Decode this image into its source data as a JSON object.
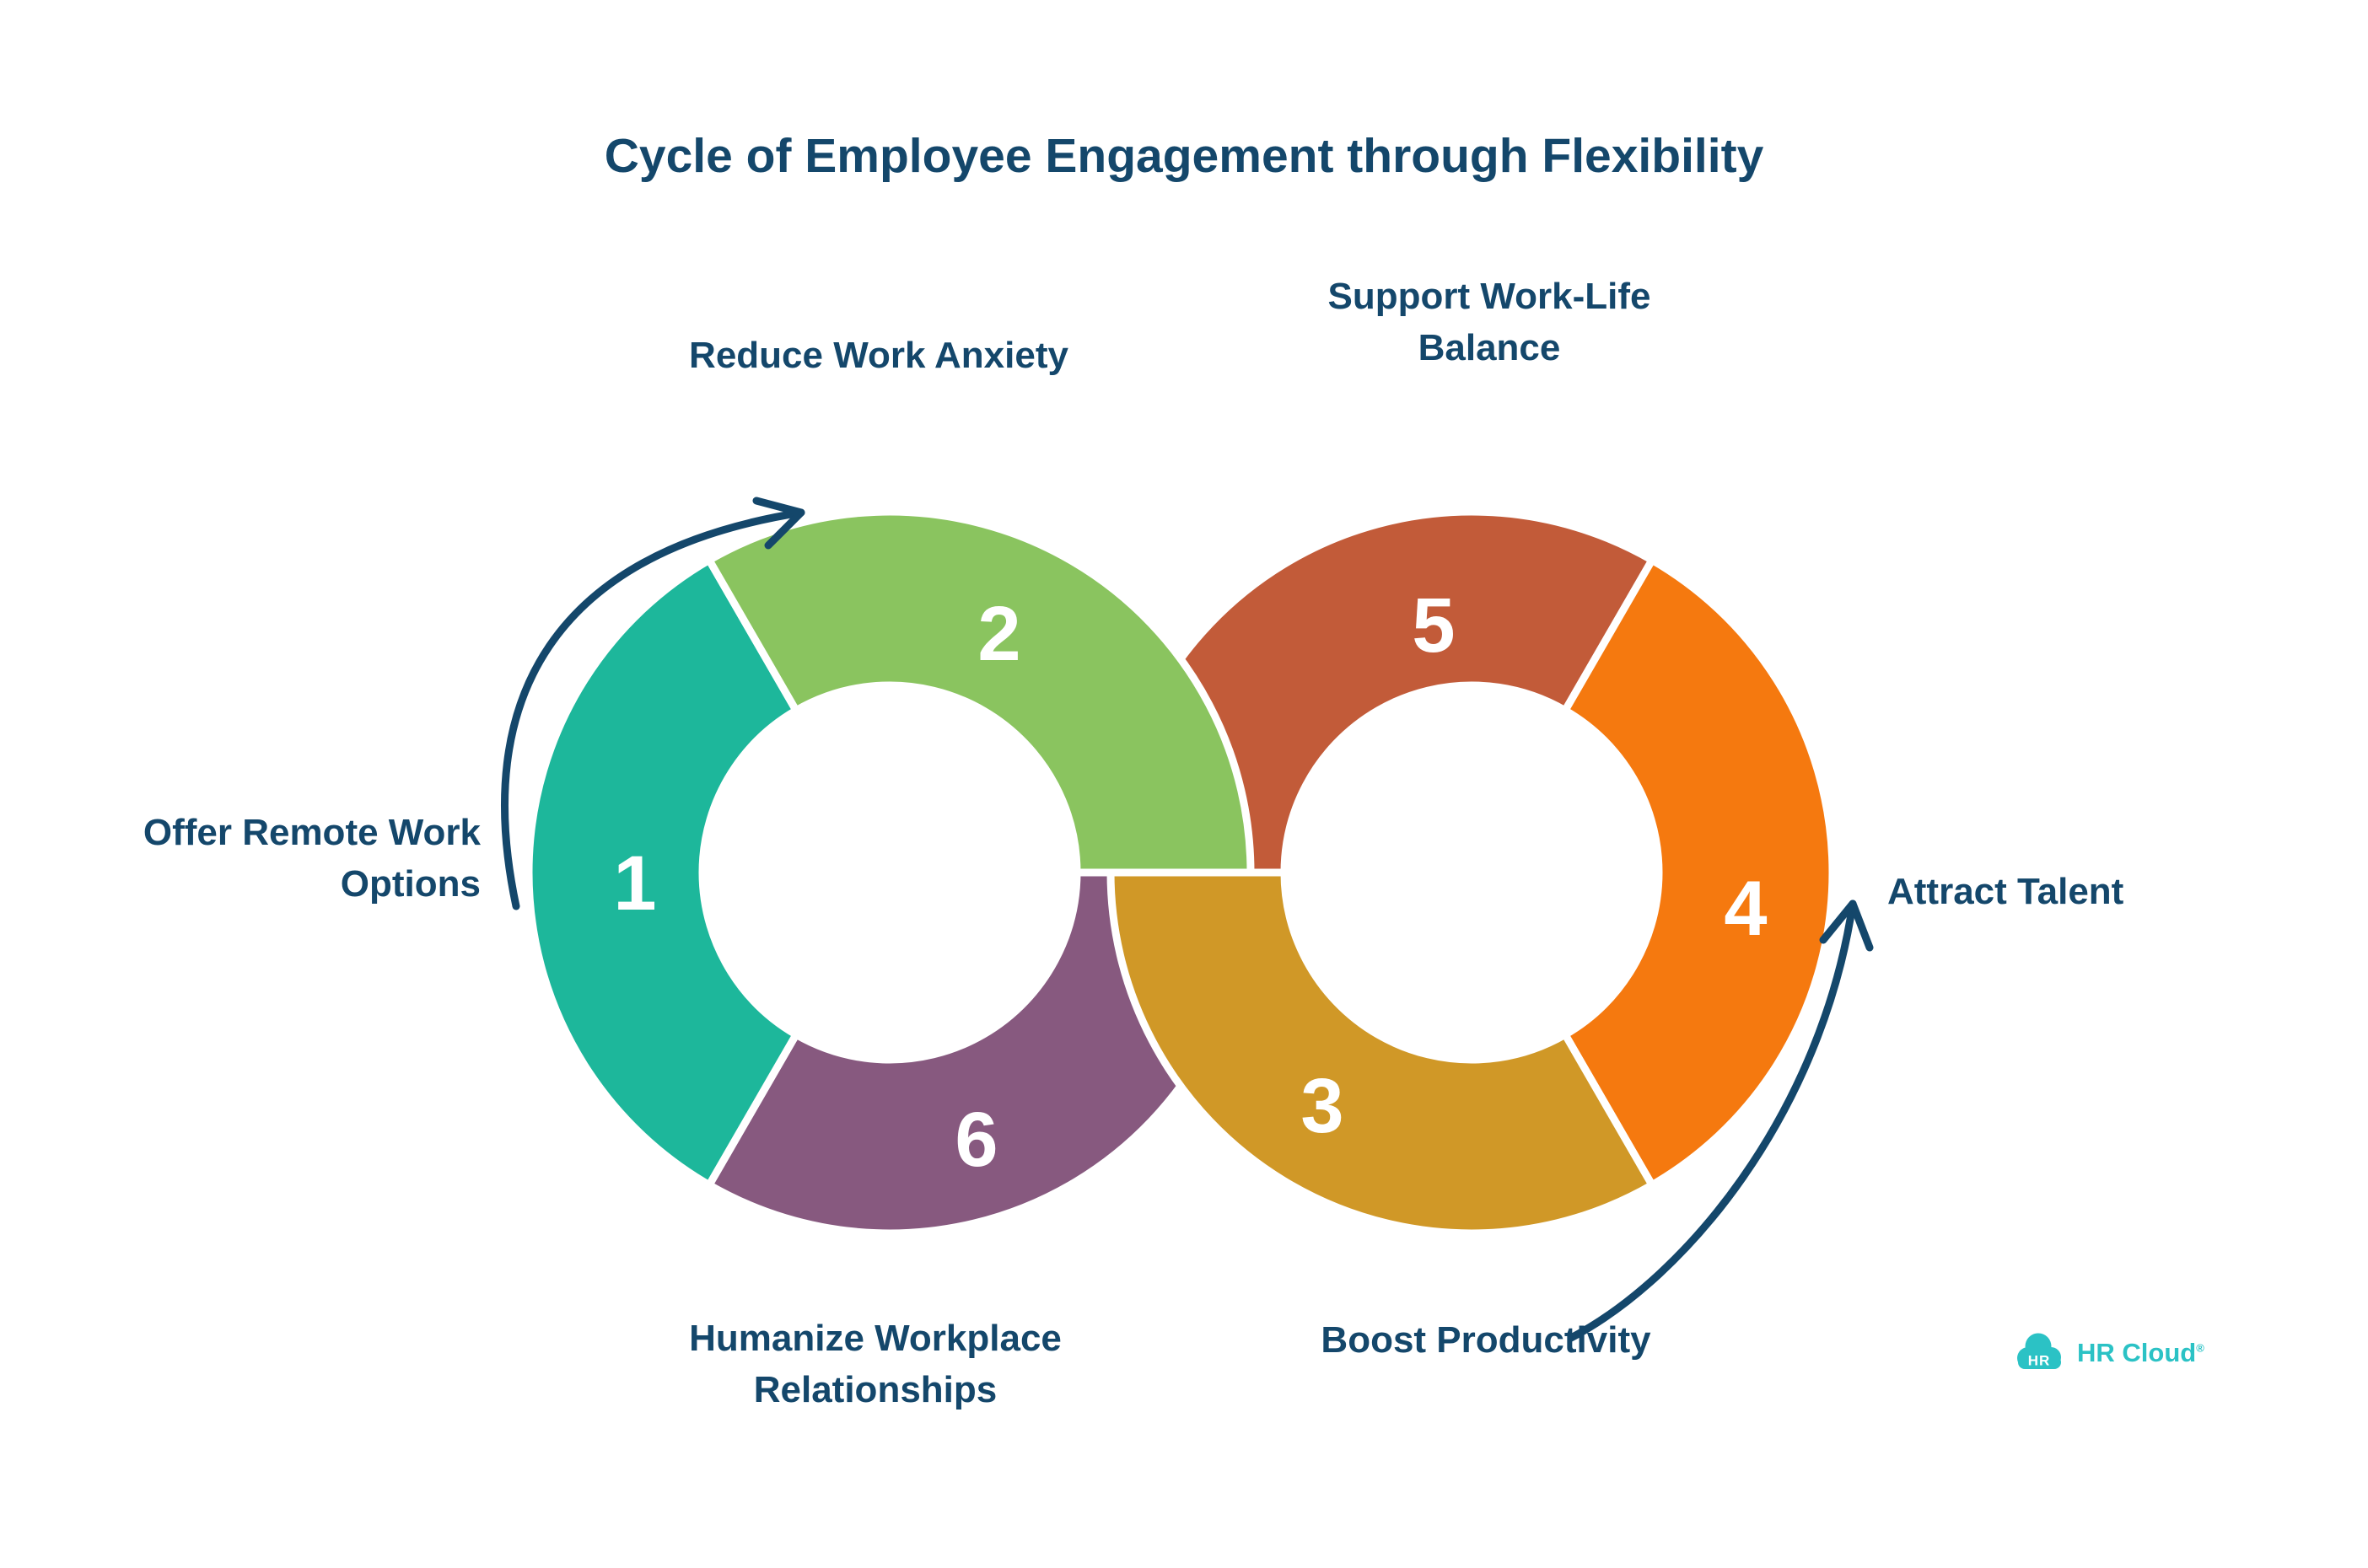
{
  "title": "Cycle of Employee Engagement through Flexibility",
  "colors": {
    "background": "#FFFFFF",
    "navy_text": "#14476B",
    "arrow": "#14476B",
    "segment_outline": "#FFFFFF",
    "logo_teal": "#2BC2C5"
  },
  "steps": [
    {
      "number": "1",
      "label": "Offer Remote Work Options",
      "color": "#1DB79B"
    },
    {
      "number": "2",
      "label": "Reduce Work Anxiety",
      "color": "#8AC45F"
    },
    {
      "number": "3",
      "label": "Boost Productivity",
      "color": "#D09827"
    },
    {
      "number": "4",
      "label": "Attract Talent",
      "color": "#F5790F"
    },
    {
      "number": "5",
      "label": "Support Work-Life Balance",
      "color": "#C25B39"
    },
    {
      "number": "6",
      "label": "Humanize Workplace Relationships",
      "color": "#87597F"
    }
  ],
  "labels": {
    "offer_line1": "Offer Remote Work",
    "offer_line2": "Options",
    "reduce": "Reduce Work Anxiety",
    "support_line1": "Support Work-Life",
    "support_line2": "Balance",
    "attract": "Attract Talent",
    "boost": "Boost Productivity",
    "humanize_line1": "Humanize Workplace",
    "humanize_line2": "Relationships"
  },
  "logo": {
    "badge_text": "HR",
    "brand_name": "HR Cloud",
    "registered_mark": "®"
  }
}
